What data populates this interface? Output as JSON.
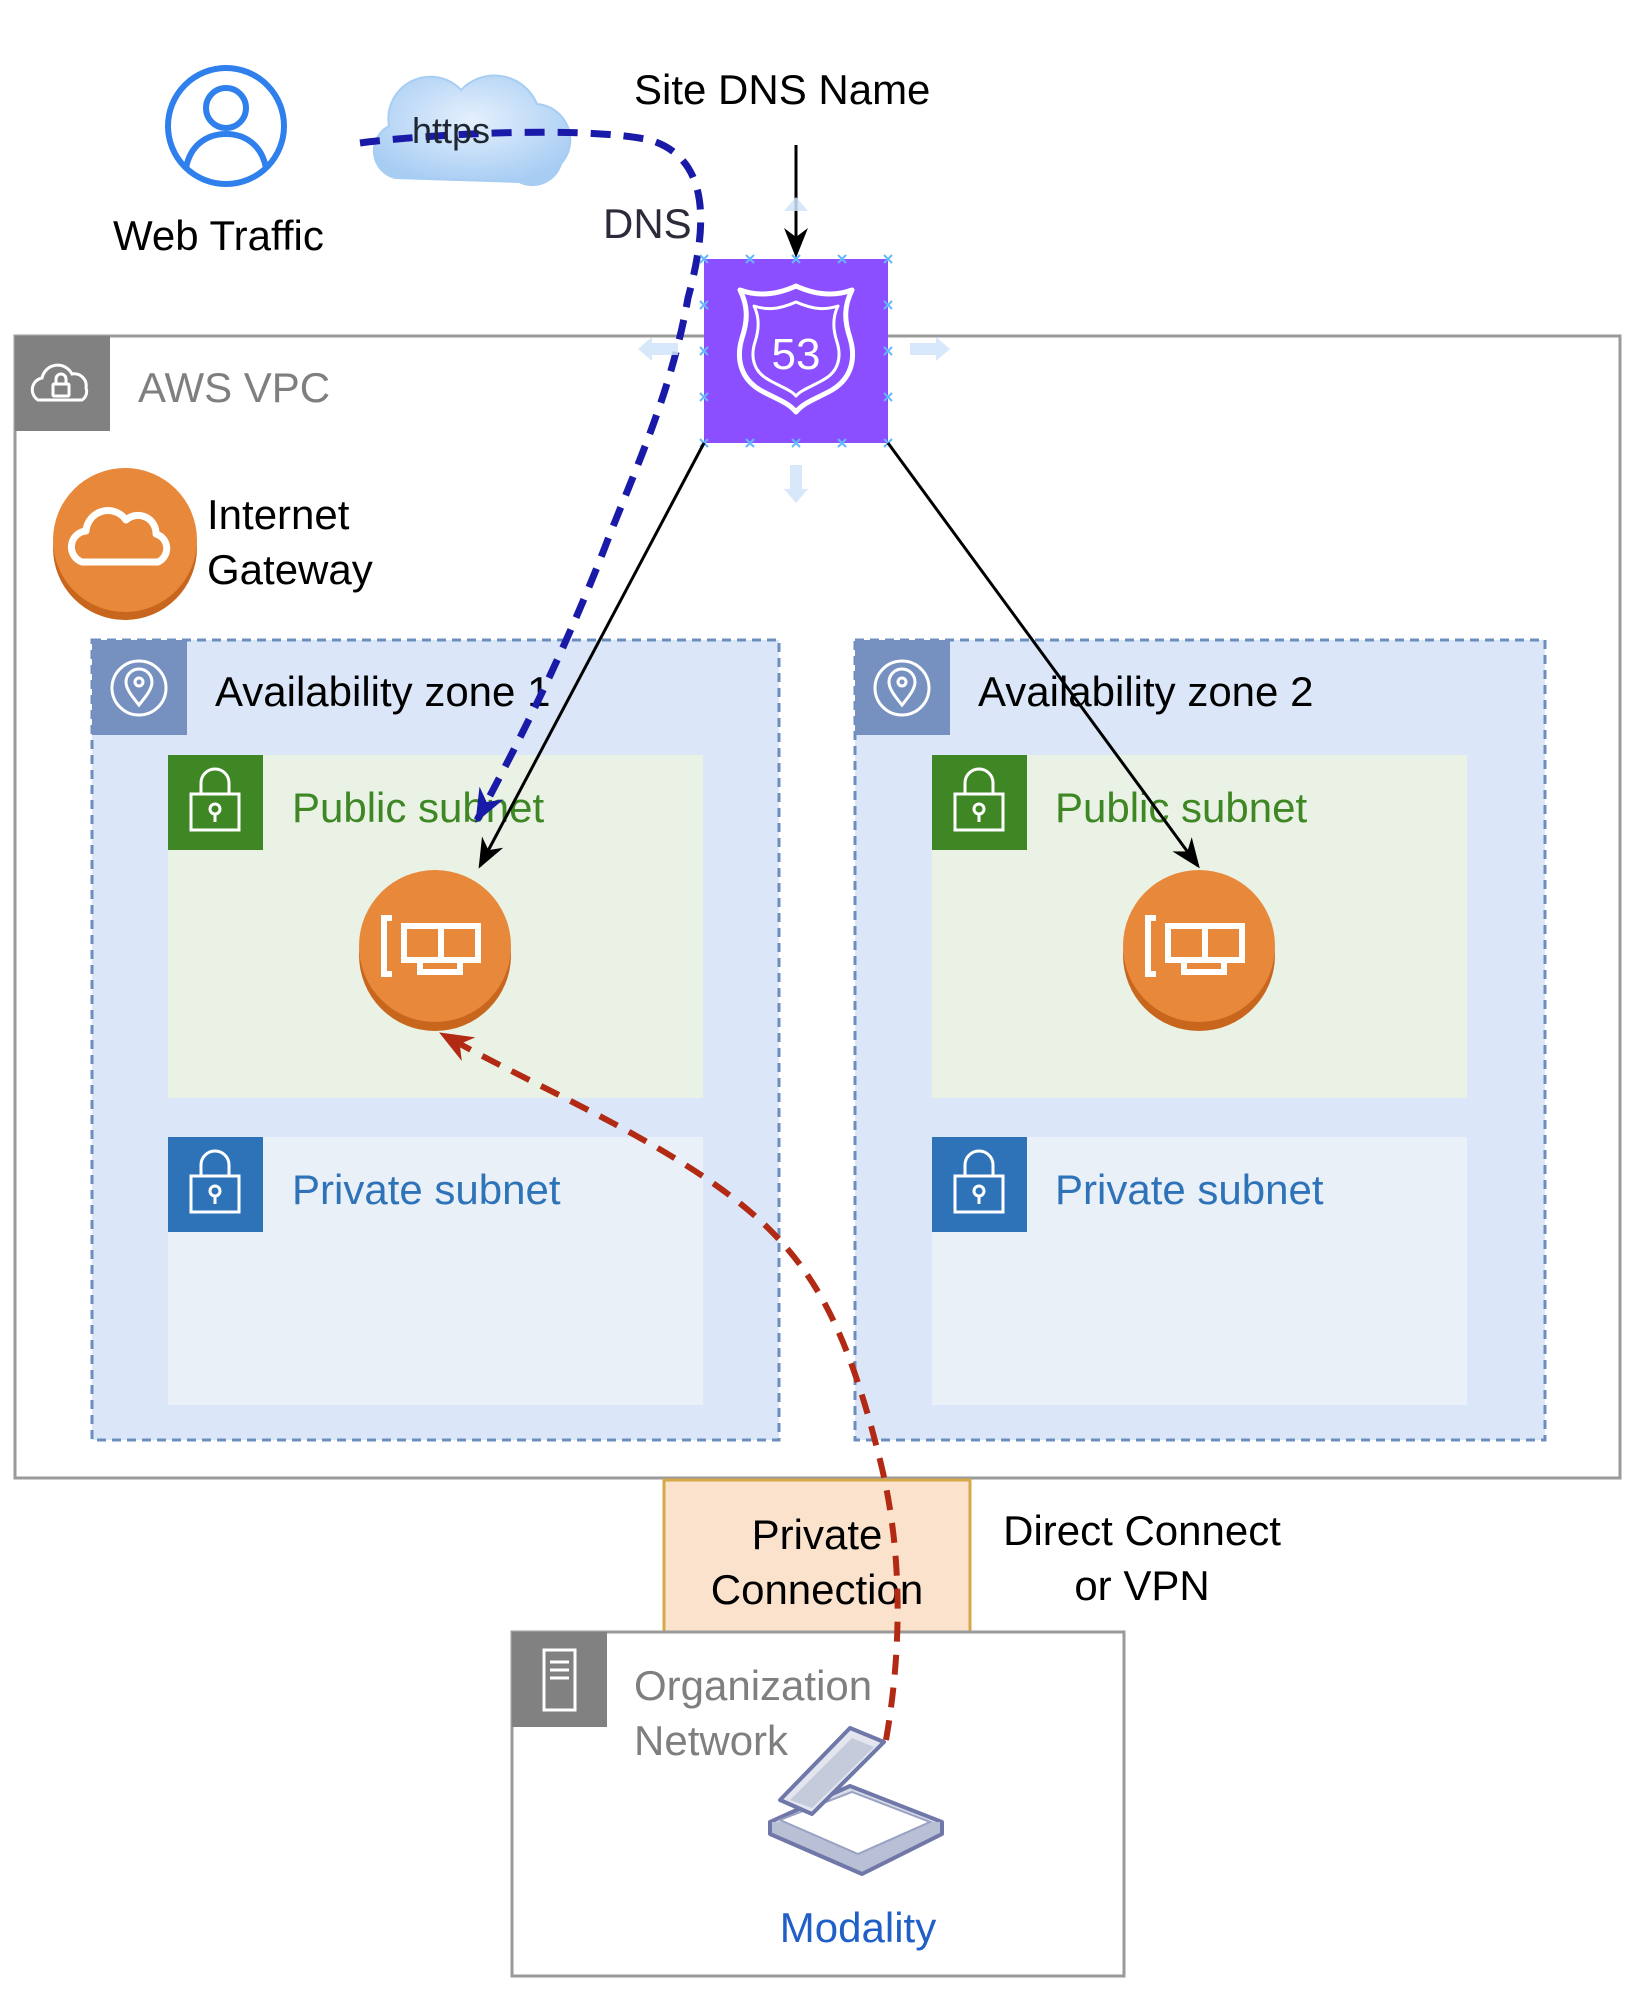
{
  "top": {
    "web_traffic_label": "Web Traffic",
    "https_label": "https",
    "site_dns_label": "Site DNS Name",
    "dns_label": "DNS",
    "route53_label": "53"
  },
  "vpc": {
    "title": "AWS VPC",
    "internet_gateway_line1": "Internet",
    "internet_gateway_line2": "Gateway",
    "zones": [
      {
        "title": "Availability zone 1",
        "public_subnet": "Public subnet",
        "private_subnet": "Private subnet"
      },
      {
        "title": "Availability zone 2",
        "public_subnet": "Public subnet",
        "private_subnet": "Private subnet"
      }
    ]
  },
  "connection": {
    "box_line1": "Private",
    "box_line2": "Connection",
    "side_line1": "Direct Connect",
    "side_line2": "or VPN"
  },
  "org": {
    "title_line1": "Organization",
    "title_line2": "Network",
    "modality_label": "Modality"
  },
  "colors": {
    "vpc_border": "#9a9a9a",
    "zone_fill": "#dbe6f8",
    "zone_border": "#6c8ebf",
    "public_fill": "#e9f2e4",
    "public_text": "#3f8624",
    "private_fill": "#e9f0f8",
    "private_text": "#2e73b8",
    "route53": "#8c4fff",
    "orange": "#e8883a",
    "dns_arrow": "#1a1aa8",
    "private_arrow": "#b22a14",
    "conn_fill": "#fbe2cc",
    "conn_border": "#d6a84a",
    "modality_text": "#1f5fc7"
  }
}
